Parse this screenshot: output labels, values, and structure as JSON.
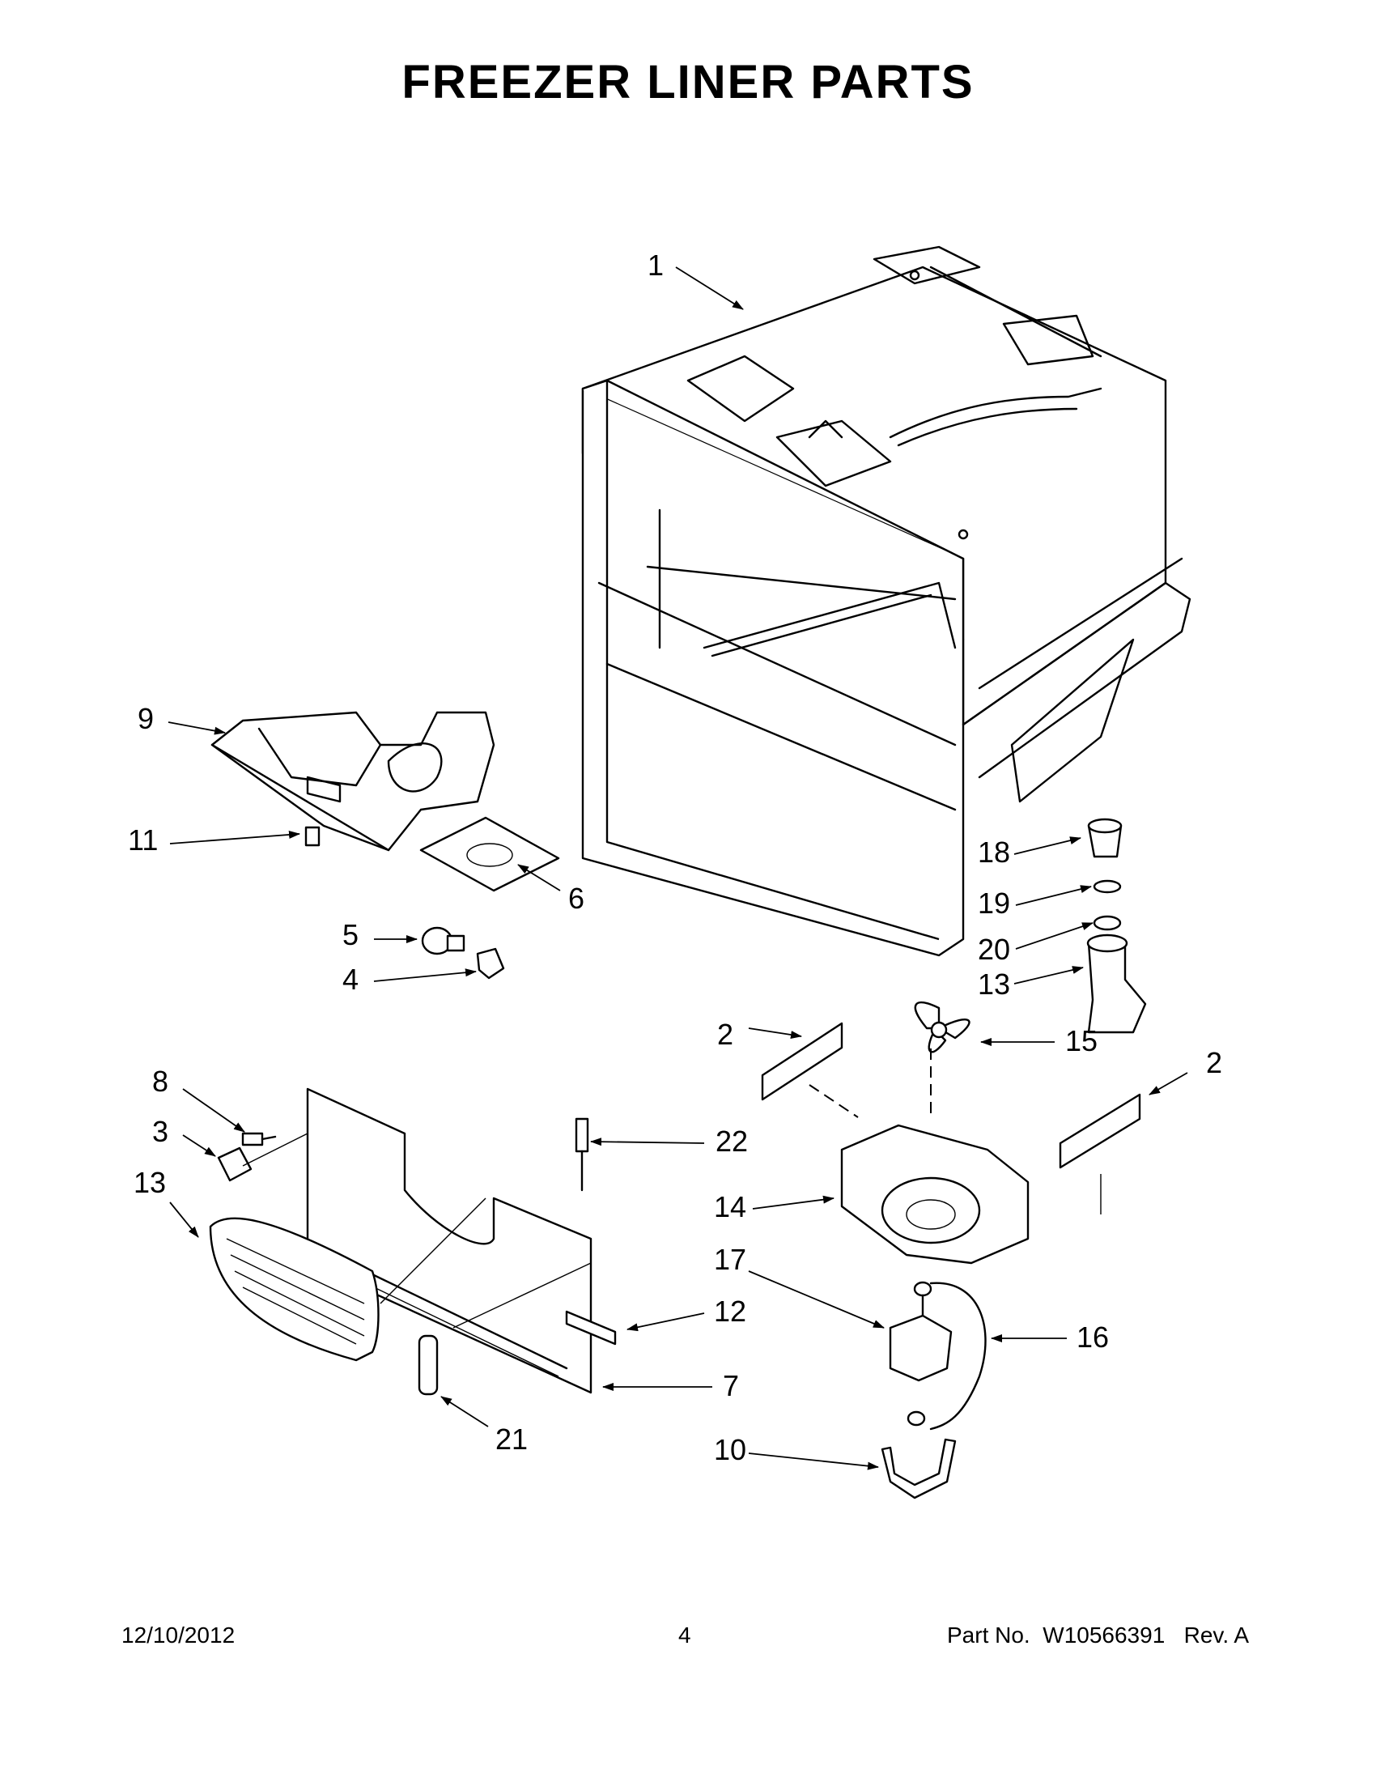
{
  "title": "FREEZER LINER PARTS",
  "footer": {
    "date": "12/10/2012",
    "page": "4",
    "part_label": "Part No.",
    "part_number": "W10566391",
    "revision": "Rev.  A"
  },
  "callouts": [
    "1",
    "2",
    "2",
    "3",
    "4",
    "5",
    "6",
    "7",
    "8",
    "9",
    "10",
    "11",
    "12",
    "13",
    "13",
    "14",
    "15",
    "16",
    "17",
    "18",
    "19",
    "20",
    "21",
    "22"
  ]
}
